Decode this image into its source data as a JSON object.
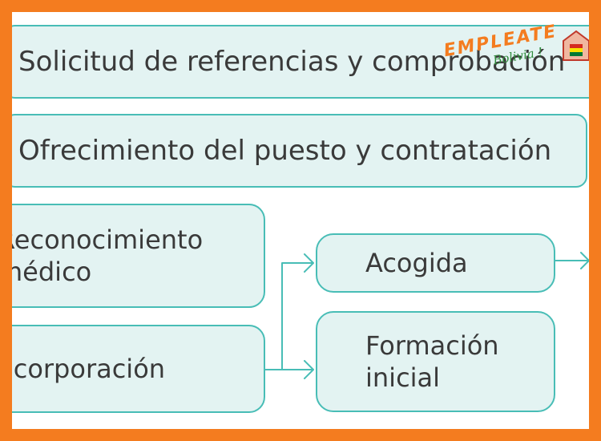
{
  "steps": {
    "referencias": "Solicitud de referencias y comprobación",
    "ofrecimiento": "Ofrecimiento del puesto y contratación",
    "reconocimiento_l1": "Reconocimiento",
    "reconocimiento_l2": "médico",
    "incorporacion": "Incorporación",
    "acogida": "Acogida",
    "formacion_l1": "Formación",
    "formacion_l2": "inicial"
  },
  "logo": {
    "line1": "EMPLEATE",
    "line2": "Bolivia !"
  },
  "colors": {
    "frame": "#f47c1f",
    "box_fill": "#e3f3f2",
    "box_border": "#48bdb6",
    "text": "#3a3a3a"
  }
}
